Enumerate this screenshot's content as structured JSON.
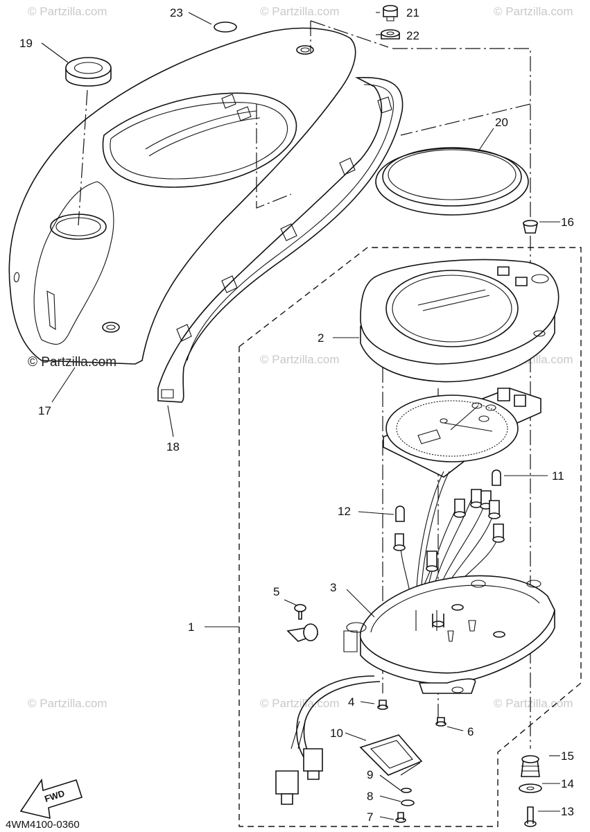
{
  "diagram": {
    "drawing_code": "4WM4100-0360",
    "direction_label": "FWD",
    "watermark_text": "© Partzilla.com",
    "callouts": [
      {
        "id": "c1",
        "label": "1"
      },
      {
        "id": "c2",
        "label": "2"
      },
      {
        "id": "c3",
        "label": "3"
      },
      {
        "id": "c4",
        "label": "4"
      },
      {
        "id": "c5",
        "label": "5"
      },
      {
        "id": "c6",
        "label": "6"
      },
      {
        "id": "c7",
        "label": "7"
      },
      {
        "id": "c8",
        "label": "8"
      },
      {
        "id": "c9",
        "label": "9"
      },
      {
        "id": "c10",
        "label": "10"
      },
      {
        "id": "c11",
        "label": "11"
      },
      {
        "id": "c12",
        "label": "12"
      },
      {
        "id": "c13",
        "label": "13"
      },
      {
        "id": "c14",
        "label": "14"
      },
      {
        "id": "c15",
        "label": "15"
      },
      {
        "id": "c16",
        "label": "16"
      },
      {
        "id": "c17",
        "label": "17"
      },
      {
        "id": "c18",
        "label": "18"
      },
      {
        "id": "c19",
        "label": "19"
      },
      {
        "id": "c20",
        "label": "20"
      },
      {
        "id": "c21",
        "label": "21"
      },
      {
        "id": "c22",
        "label": "22"
      },
      {
        "id": "c23",
        "label": "23"
      }
    ]
  }
}
